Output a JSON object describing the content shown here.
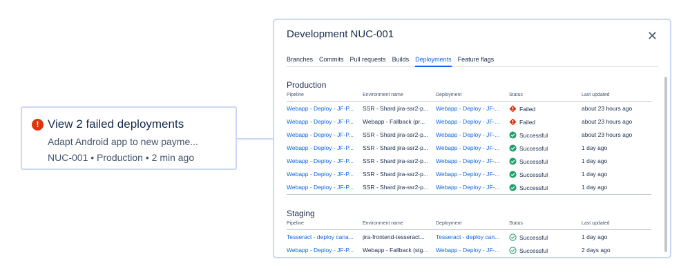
{
  "notification": {
    "icon": "warning-circle-icon",
    "title": "View 2 failed deployments",
    "subtitle": "Adapt Android app to new payme...",
    "meta": "NUC-001 • Production • 2 min ago"
  },
  "panel": {
    "title": "Development NUC-001",
    "close_icon": "close-icon",
    "tabs": [
      {
        "label": "Branches",
        "active": false
      },
      {
        "label": "Commits",
        "active": false
      },
      {
        "label": "Pull requests",
        "active": false
      },
      {
        "label": "Builds",
        "active": false
      },
      {
        "label": "Deployments",
        "active": true
      },
      {
        "label": "Feature flags",
        "active": false
      }
    ],
    "columns": [
      "Pipeline",
      "Environment name",
      "Deployment",
      "Status",
      "Last updated"
    ],
    "production": {
      "title": "Production",
      "rows": [
        {
          "pipeline": "Webapp - Deploy - JF-P...",
          "environment": "SSR - Shard jira-ssr2-p...",
          "deployment": "Webapp - Deploy - JF-...",
          "status": "Failed",
          "updated": "about 23 hours ago"
        },
        {
          "pipeline": "Webapp - Deploy - JF-P...",
          "environment": "Webapp - Fallback (pr...",
          "deployment": "Webapp - Deploy - JF-...",
          "status": "Failed",
          "updated": "about 23 hours ago"
        },
        {
          "pipeline": "Webapp - Deploy - JF-P...",
          "environment": "SSR - Shard jira-ssr2-p...",
          "deployment": "Webapp - Deploy - JF-...",
          "status": "Successful",
          "updated": "about 23 hours ago"
        },
        {
          "pipeline": "Webapp - Deploy - JF-P...",
          "environment": "SSR - Shard jira-ssr2-p...",
          "deployment": "Webapp - Deploy - JF-...",
          "status": "Successful",
          "updated": "1 day ago"
        },
        {
          "pipeline": "Webapp - Deploy - JF-P...",
          "environment": "SSR - Shard jira-ssr2-p...",
          "deployment": "Webapp - Deploy - JF-...",
          "status": "Successful",
          "updated": "1 day ago"
        },
        {
          "pipeline": "Webapp - Deploy - JF-P...",
          "environment": "SSR - Shard jira-ssr2-p...",
          "deployment": "Webapp - Deploy - JF-...",
          "status": "Successful",
          "updated": "1 day ago"
        },
        {
          "pipeline": "Webapp - Deploy - JF-P...",
          "environment": "SSR - Shard jira-ssr2-p...",
          "deployment": "Webapp - Deploy - JF-...",
          "status": "Successful",
          "updated": "1 day ago"
        }
      ]
    },
    "staging": {
      "title": "Staging",
      "rows": [
        {
          "pipeline": "Tesseract - deploy cana...",
          "environment": "jira-frontend-tesseract...",
          "deployment": "Tesseract - deploy can...",
          "status": "Successful",
          "updated": "1 day ago"
        },
        {
          "pipeline": "Webapp - Deploy - JF-P...",
          "environment": "Webapp - Fallback (stg...",
          "deployment": "Webapp - Deploy - JF-...",
          "status": "Successful",
          "updated": "2 days ago"
        }
      ]
    }
  },
  "colors": {
    "failed": "#de350b",
    "success": "#22a06b",
    "link": "#0c66e4",
    "border": "#c9d6f5"
  }
}
